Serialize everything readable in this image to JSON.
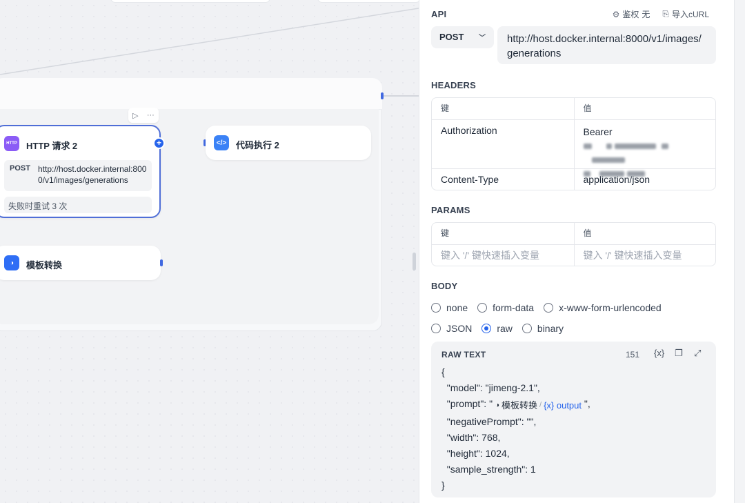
{
  "canvas": {
    "http_node": {
      "icon_text": "HTTP",
      "title": "HTTP 请求 2",
      "method": "POST",
      "url": "http://host.docker.internal:8000/v1/images/generations",
      "retry": "失败时重试 3 次"
    },
    "toolbar": {
      "run": "▷",
      "more": "···"
    },
    "code_node": {
      "title": "代码执行 2"
    },
    "template_node": {
      "title": "模板转换"
    }
  },
  "panel": {
    "api": {
      "title": "API",
      "auth_label": "鉴权",
      "auth_value": "无",
      "import_curl": "导入cURL",
      "method": "POST",
      "url": "http://host.docker.internal:8000/v1/images/generations"
    },
    "headers": {
      "title": "HEADERS",
      "col_key": "键",
      "col_value": "值",
      "rows": [
        {
          "key": "Authorization",
          "value": "Bearer"
        },
        {
          "key": "Content-Type",
          "value": "application/json"
        }
      ]
    },
    "params": {
      "title": "PARAMS",
      "col_key": "键",
      "col_value": "值",
      "key_placeholder": "键入 '/' 键快速插入变量",
      "value_placeholder": "键入 '/' 键快速插入变量"
    },
    "body": {
      "title": "BODY",
      "options": [
        "none",
        "form-data",
        "x-www-form-urlencoded",
        "JSON",
        "raw",
        "binary"
      ],
      "selected": "raw",
      "raw": {
        "title": "RAW TEXT",
        "count": "151",
        "lines": [
          "{",
          "  \"model\": \"jimeng-2.1\",",
          "  \"prompt\": \"",
          "  \"negativePrompt\": \"\",",
          "  \"width\": 768,",
          "  \"height\": 1024,",
          "  \"sample_strength\": 1",
          "}"
        ],
        "prompt_suffix": "\",",
        "var_node": "模板转换",
        "var_output": "output"
      }
    }
  }
}
